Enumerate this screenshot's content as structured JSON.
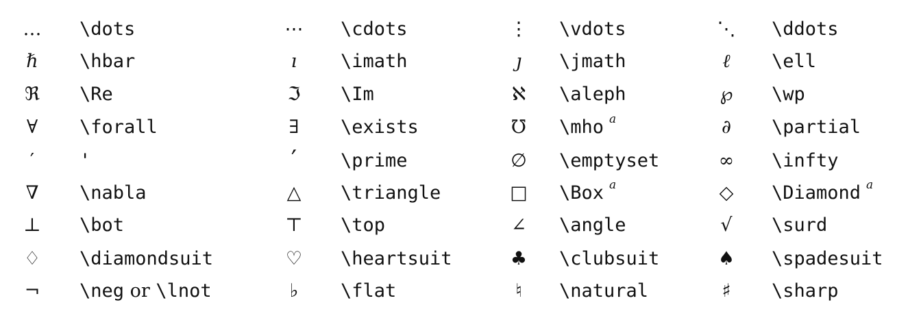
{
  "rows": [
    [
      {
        "symbol": "…",
        "command": "\\dots"
      },
      {
        "symbol": "⋯",
        "command": "\\cdots"
      },
      {
        "symbol": "⋮",
        "command": "\\vdots"
      },
      {
        "symbol": "⋱",
        "command": "\\ddots"
      }
    ],
    [
      {
        "symbol": "ℏ",
        "command": "\\hbar"
      },
      {
        "symbol": "ı",
        "command": "\\imath"
      },
      {
        "symbol": "ȷ",
        "command": "\\jmath"
      },
      {
        "symbol": "ℓ",
        "command": "\\ell"
      }
    ],
    [
      {
        "symbol": "ℜ",
        "command": "\\Re"
      },
      {
        "symbol": "ℑ",
        "command": "\\Im"
      },
      {
        "symbol": "ℵ",
        "command": "\\aleph"
      },
      {
        "symbol": "℘",
        "command": "\\wp"
      }
    ],
    [
      {
        "symbol": "∀",
        "command": "\\forall"
      },
      {
        "symbol": "∃",
        "command": "\\exists"
      },
      {
        "symbol": "℧",
        "command": "\\mho",
        "note": "a"
      },
      {
        "symbol": "∂",
        "command": "\\partial"
      }
    ],
    [
      {
        "symbol": "′",
        "command": "'"
      },
      {
        "symbol": "′",
        "command": "\\prime"
      },
      {
        "symbol": "∅",
        "command": "\\emptyset"
      },
      {
        "symbol": "∞",
        "command": "\\infty"
      }
    ],
    [
      {
        "symbol": "∇",
        "command": "\\nabla"
      },
      {
        "symbol": "△",
        "command": "\\triangle"
      },
      {
        "symbol": "□",
        "command": "\\Box",
        "note": "a"
      },
      {
        "symbol": "◇",
        "command": "\\Diamond",
        "note": "a"
      }
    ],
    [
      {
        "symbol": "⊥",
        "command": "\\bot"
      },
      {
        "symbol": "⊤",
        "command": "\\top"
      },
      {
        "symbol": "∠",
        "command": "\\angle"
      },
      {
        "symbol": "√",
        "command": "\\surd"
      }
    ],
    [
      {
        "symbol": "♢",
        "command": "\\diamondsuit"
      },
      {
        "symbol": "♡",
        "command": "\\heartsuit"
      },
      {
        "symbol": "♣",
        "command": "\\clubsuit"
      },
      {
        "symbol": "♠",
        "command": "\\spadesuit"
      }
    ],
    [
      {
        "symbol": "¬",
        "command": "\\neg",
        "connector": "or",
        "command_alt": "\\lnot"
      },
      {
        "symbol": "♭",
        "command": "\\flat"
      },
      {
        "symbol": "♮",
        "command": "\\natural"
      },
      {
        "symbol": "♯",
        "command": "\\sharp"
      }
    ]
  ]
}
